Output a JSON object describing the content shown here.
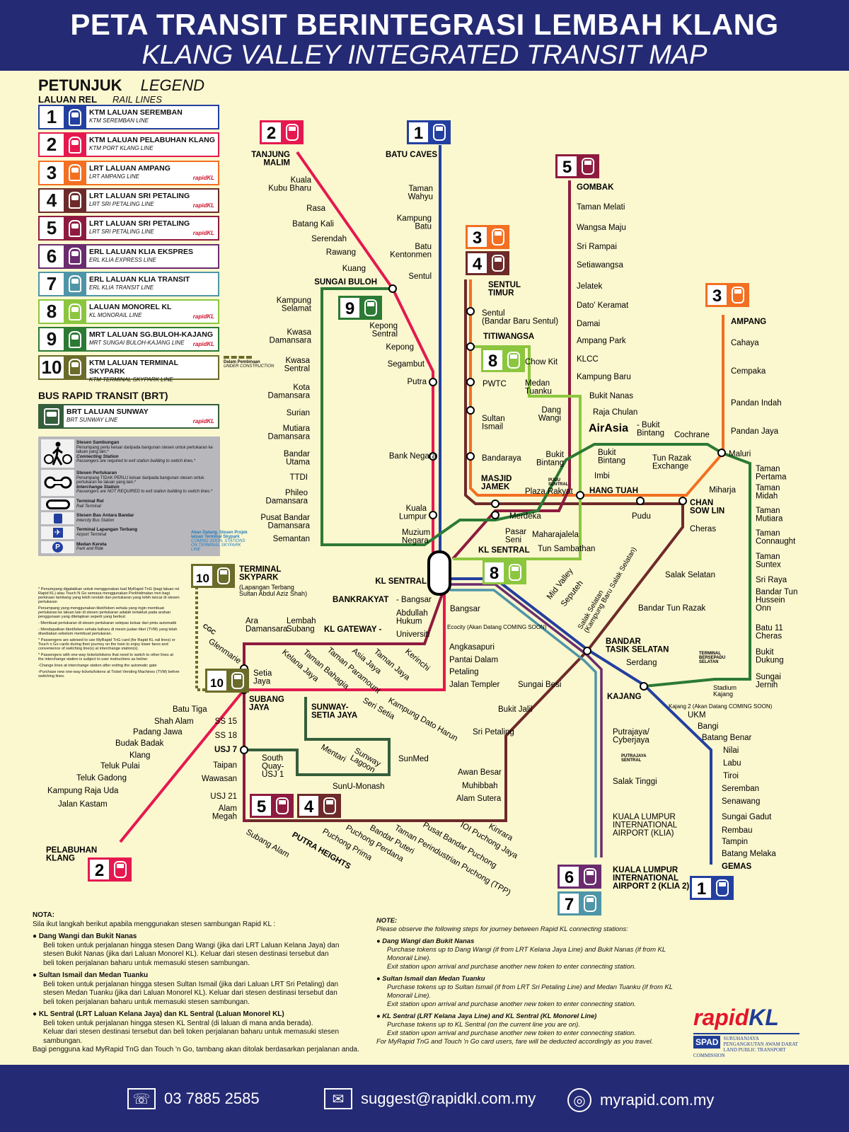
{
  "header": {
    "title_ms": "PETA TRANSIT BERINTEGRASI LEMBAH KLANG",
    "title_en": "KLANG VALLEY INTEGRATED TRANSIT MAP"
  },
  "legend": {
    "title_ms": "PETUNJUK",
    "title_en": "LEGEND",
    "rail_ms": "LALUAN REL",
    "rail_en": "RAIL LINES",
    "brand": "rapidKL",
    "lines": [
      {
        "num": "1",
        "name": "KTM LALUAN SEREMBAN",
        "sub": "KTM SEREMBAN LINE",
        "color": "#2340a0",
        "brand": ""
      },
      {
        "num": "2",
        "name": "KTM LALUAN PELABUHAN KLANG",
        "sub": "KTM PORT KLANG LINE",
        "color": "#e5194f",
        "brand": ""
      },
      {
        "num": "3",
        "name": "LRT LALUAN AMPANG",
        "sub": "LRT AMPANG LINE",
        "color": "#f36f21",
        "brand": "rapidKL"
      },
      {
        "num": "4",
        "name": "LRT LALUAN SRI PETALING",
        "sub": "LRT SRI PETALING LINE",
        "color": "#6e2a2a",
        "brand": "rapidKL"
      },
      {
        "num": "5",
        "name": "LRT LALUAN SRI PETALING",
        "sub": "LRT SRI PETALING LINE",
        "color": "#8e1b3f",
        "brand": "rapidKL"
      },
      {
        "num": "6",
        "name": "ERL LALUAN KLIA EKSPRES",
        "sub": "ERL KLIA EXPRESS LINE",
        "color": "#6a2c6e",
        "brand": ""
      },
      {
        "num": "7",
        "name": "ERL LALUAN KLIA TRANSIT",
        "sub": "ERL KLIA TRANSIT LINE",
        "color": "#4e95a8",
        "brand": ""
      },
      {
        "num": "8",
        "name": "LALUAN MONOREL KL",
        "sub": "KL MONORAIL LINE",
        "color": "#8cc63f",
        "brand": "rapidKL"
      },
      {
        "num": "9",
        "name": "MRT LALUAN SG.BULOH-KAJANG",
        "sub": "MRT SUNGAI BULOH-KAJANG LINE",
        "color": "#2c7a34",
        "brand": "rapidKL"
      },
      {
        "num": "10",
        "name": "KTM LALUAN TERMINAL SKYPARK",
        "sub": "KTM TERMINAL SKYPARK LINE",
        "color": "#6b6b2a",
        "brand": ""
      }
    ],
    "construction_ms": "Dalam Pembinaan",
    "construction_en": "UNDER CONSTRUCTION",
    "brt_title": "BUS RAPID TRANSIT (BRT)",
    "brt": {
      "name": "BRT LALUAN SUNWAY",
      "sub": "BRT SUNWAY LINE",
      "color": "#355e3b",
      "brand": "rapidKL"
    },
    "symbols": [
      {
        "ms": "Stesen Sambungan",
        "ms_desc": "Penumpang perlu keluar daripada bangunan stesen untuk pertukaran ke laluan yang lain.*",
        "en": "Connecting Station",
        "en_desc": "Passengers are required to exit station building to switch lines.*"
      },
      {
        "ms": "Stesen Pertukaran",
        "ms_desc": "Penumpang TIDAK PERLU keluar daripada bangunan stesen untuk pertukaran ke laluan yang lain.*",
        "en": "Interchange Station",
        "en_desc": "Passengers are NOT REQUIRED to exit station building to switch lines.*"
      },
      {
        "ms": "Terminal Rel",
        "en": "Rail Terminal"
      },
      {
        "ms": "Stesen Bas Antara Bandar",
        "en": "Intercity Bus Station"
      },
      {
        "ms": "Terminal Lapangan Terbang",
        "en": "Airport Terminal"
      },
      {
        "ms": "Medan Kereta",
        "en": "Park and Ride"
      }
    ],
    "footnotes": [
      "* Penumpang digalakkan untuk menggunakan kad MyRapid TnG (bagi laluan rel Rapid KL) atau Touch N Go semasa menggunakan Perkhidmatan tren bagi perkiraan tambang yang lebih rendah dan pertukaran yang lebih lancar di stesen pertukaran",
      "Penumpang yang menggunakan tiket/token sehala yang ingin membuat pertukaran ke laluan lain di stesen pertukaran adalah tertakluk pada arahan penggunaan yang ditetapkan seperti yang berikut:",
      "- Membuat pertukaran di stesen pertukaran selepas keluar dari pintu automatik",
      "- Mendapatkan tiket/token sehala baharu di mesin jualan tiket (TVM) yang telah disediakan sebelum membuat pertukaran.",
      "* Passengers are advised to use MyRapid TnG card (for Rapid KL rail lines) or Touch n Go cards during their journey on the train to enjoy lower fares and convenience of switching line(s) at interchange station(s).",
      "* Passengers with one-way tickets/tokens that need to switch to other lines at the interchange station is subject to user instructions as below:",
      "-Change lines at interchange station after exiting the automatic gate",
      "-Purchase new one-way tickets/tokens at Ticket Vending Machines (TVM) before switching lines."
    ]
  },
  "coming_soon": {
    "ms": "Akan Datang. Stesen Projek laluan Terminal Skypark",
    "en": "COMING SOON. STATIONS ON TERMINAL SKYPARK LINE"
  },
  "map": {
    "stations": [
      "BATU CAVES",
      "Taman\nWahyu",
      "Kampung\nBatu",
      "Batu\nKentonmen",
      "Sentul",
      "Putra",
      "Bank Negara",
      "Kuala\nLumpur",
      "KL SENTRAL",
      "Mid Valley",
      "Seputeh",
      "Salak Selatan\n(Kampung Baru Salak Selatan)",
      "BANDAR\nTASIK SELATAN",
      "Serdang",
      "KAJANG",
      "UKM",
      "Bangi",
      "Batang Benar",
      "Nilai",
      "Labu",
      "Tiroi",
      "Seremban",
      "Senawang",
      "Sungai Gadut",
      "Rembau",
      "Tampin",
      "Batang Melaka",
      "GEMAS",
      "TANJUNG\nMALIM",
      "Kuala\nKubu Bharu",
      "Rasa",
      "Batang Kali",
      "Serendah",
      "Rawang",
      "Kuang",
      "SUNGAI BULOH",
      "Kepong\nSentral",
      "Kepong",
      "Segambut",
      "Angkasapuri",
      "Pantai Dalam",
      "Petaling",
      "Jalan Templer",
      "Kampung Dato Harun",
      "Seri Setia",
      "Setia\nJaya",
      "SUBANG\nJAYA",
      "Batu Tiga",
      "Shah Alam",
      "Padang Jawa",
      "Budak Badak",
      "Klang",
      "Teluk Pulai",
      "Teluk Gadong",
      "Kampung Raja Uda",
      "Jalan Kastam",
      "PELABUHAN\nKLANG",
      "AMPANG",
      "Cahaya",
      "Cempaka",
      "Pandan Indah",
      "Pandan Jaya",
      "Maluri",
      "Miharja",
      "CHAN\nSOW LIN",
      "Pudu",
      "HANG TUAH",
      "Plaza Rakyat",
      "MASJID\nJAMEK",
      "Bandaraya",
      "Sultan\nIsmail",
      "PWTC",
      "TITIWANGSA",
      "Sentul\n(Bandar Baru Sentul)",
      "SENTUL\nTIMUR",
      "Cheras",
      "Salak Selatan",
      "Bandar Tun Razak",
      "Sungai Besi",
      "Bukit Jalil",
      "Sri Petaling",
      "Awan Besar",
      "Muhibbah",
      "Alam Sutera",
      "Kinrara",
      "IOI Puchong Jaya",
      "Pusat Bandar Puchong",
      "Taman Perindustrian Puchong (TPP)",
      "Bandar Puteri",
      "Puchong Perdana",
      "Puchong Prima",
      "PUTRA HEIGHTS",
      "Subang Alam",
      "GOMBAK",
      "Taman Melati",
      "Wangsa Maju",
      "Sri Rampai",
      "Setiawangsa",
      "Jelatek",
      "Dato' Keramat",
      "Damai",
      "Ampang Park",
      "KLCC",
      "Kampung Baru",
      "Dang\nWangi",
      "Merdeka",
      "Pasar\nSeni",
      "Bangsar",
      "Abdullah\nHukum",
      "Kerinchi",
      "Universiti",
      "Taman Jaya",
      "Asia Jaya",
      "Taman Paramount",
      "Taman Bahagia",
      "Kelana Jaya",
      "Lembah\nSubang",
      "Ara\nDamansara",
      "Glenmarie",
      "SS 15",
      "SS 18",
      "USJ 7",
      "Taipan",
      "Wawasan",
      "USJ 21",
      "Alam\nMegah",
      "KL SENTRAL",
      "Tun Sambathan",
      "Maharajalela",
      "Imbi",
      "Bukit\nBintang",
      "Raja Chulan",
      "Bukit Nanas",
      "Medan\nTuanku",
      "Chow Kit",
      "Kampung\nSelamat",
      "Kwasa\nDamansara",
      "Kwasa\nSentral",
      "Kota\nDamansara",
      "Surian",
      "Mutiara\nDamansara",
      "Bandar\nUtama",
      "TTDI",
      "Phileo\nDamansara",
      "Pusat Bandar\nDamansara",
      "Semantan",
      "Muzium\nNegara",
      "Tun Razak\nExchange",
      "Cochrane",
      "Taman\nPertama",
      "Taman\nMidah",
      "Taman\nMutiara",
      "Taman\nConnaught",
      "Taman\nSuntex",
      "Sri Raya",
      "Bandar Tun\nHussein\nOnn",
      "Batu 11\nCheras",
      "Bukit\nDukung",
      "Sungai\nJernih",
      "Stadium\nKajang",
      "Bukit\nBintang",
      "Putrajaya/\nCyberjaya",
      "Salak Tinggi",
      "KUALA LUMPUR\nINTERNATIONAL\nAIRPORT (KLIA)",
      "KUALA LUMPUR\nINTERNATIONAL\nAIRPORT 2 (KLIA 2)",
      "SUNWAY-\nSETIA JAYA",
      "Mentari",
      "Sunway\nLagoon",
      "SunMed",
      "SunU-Monash",
      "South\nQuay-\nUSJ 1",
      "TERMINAL\nSKYPARK",
      "(Lapangan Terbang\nSultan Abdul Aziz Shah)",
      "Ecocity (Akan Datang  COMING SOON)",
      "Kajang 2 (Akan Datang  COMING SOON)",
      "- Bangsar",
      "KL GATEWAY -",
      "BANKRAKYAT",
      "AirAsia",
      "- Bukit\nBintang",
      "PUDU\nSENTRAL",
      "TERMINAL\nBERSEPADU\nSELATAN",
      "PUTRAJAYA\nSENTRAL",
      "CGC"
    ]
  },
  "notes_ms": {
    "title": "NOTA:",
    "intro": "Sila ikut langkah berikut apabila menggunakan stesen sambungan Rapid KL :",
    "items": [
      {
        "h": "Dang Wangi dan Bukit Nanas",
        "l1": "Beli token untuk perjalanan hingga stesen Dang Wangi (jika dari LRT Laluan Kelana Jaya) dan",
        "l2": "stesen Bukit Nanas (jika dari Laluan Monorel KL). Keluar dari stesen destinasi tersebut dan",
        "l3": "beli token perjalanan baharu untuk memasuki stesen sambungan."
      },
      {
        "h": "Sultan Ismail dan Medan Tuanku",
        "l1": "Beli token untuk perjalanan hingga stesen Sultan Ismail (jika dari Laluan LRT Sri Petaling) dan",
        "l2": "stesen Medan Tuanku (jika dari Laluan Monorel KL). Keluar dari stesen destinasi tersebut dan",
        "l3": "beli token perjalanan baharu untuk memasuki stesen sambungan."
      },
      {
        "h": "KL Sentral (LRT Laluan Kelana Jaya) dan KL Sentral (Laluan Monorel KL)",
        "l1": "Beli token untuk perjalanan hingga stesen KL Sentral (di laluan di mana anda berada).",
        "l2": "Keluar dari stesen destinasi tersebut dan beli token perjalanan baharu untuk memasuki stesen sambungan.",
        "l3": ""
      }
    ],
    "closing": "Bagi pengguna kad MyRapid TnG dan Touch 'n Go, tambang akan ditolak berdasarkan perjalanan anda."
  },
  "notes_en": {
    "title": "NOTE:",
    "intro": "Please observe the following steps for journey between Rapid KL connecting stations:",
    "items": [
      {
        "h": "Dang Wangi dan Bukit Nanas",
        "l1": "Purchase tokens up to Dang Wangi (if from LRT Kelana Jaya Line) and Bukit Nanas (if from KL Monorail Line).",
        "l2": "Exit station upon arrival and purchase another new token to enter connecting station."
      },
      {
        "h": "Sultan Ismail dan Medan Tuanku",
        "l1": "Purchase tokens up to Sultan Ismail (if from LRT Sri Petaling Line) and Medan Tuanku (if from KL Monorail Line).",
        "l2": "Exit station upon arrival and purchase another new token to enter connecting station."
      },
      {
        "h": "KL Sentral (LRT Kelana Jaya Line) and KL Sentral (KL Monorel Line)",
        "l1": "Purchase tokens up to KL Sentral (on the current line you are on).",
        "l2": "Exit station upon arrival and purchase another new token to enter connecting station."
      }
    ],
    "closing": "For MyRapid TnG and Touch 'n Go card users, fare will be deducted accordingly as you travel."
  },
  "branding": {
    "rapid": "rapid",
    "kl": "KL",
    "spad": "SPAD",
    "spad_ms": "SURUHANJAYA PENGANGKUTAN AWAM DARAT",
    "spad_en": "LAND PUBLIC TRANSPORT COMMISSION"
  },
  "footer": {
    "phone": "03 7885 2585",
    "email": "suggest@rapidkl.com.my",
    "web": "myrapid.com.my"
  }
}
